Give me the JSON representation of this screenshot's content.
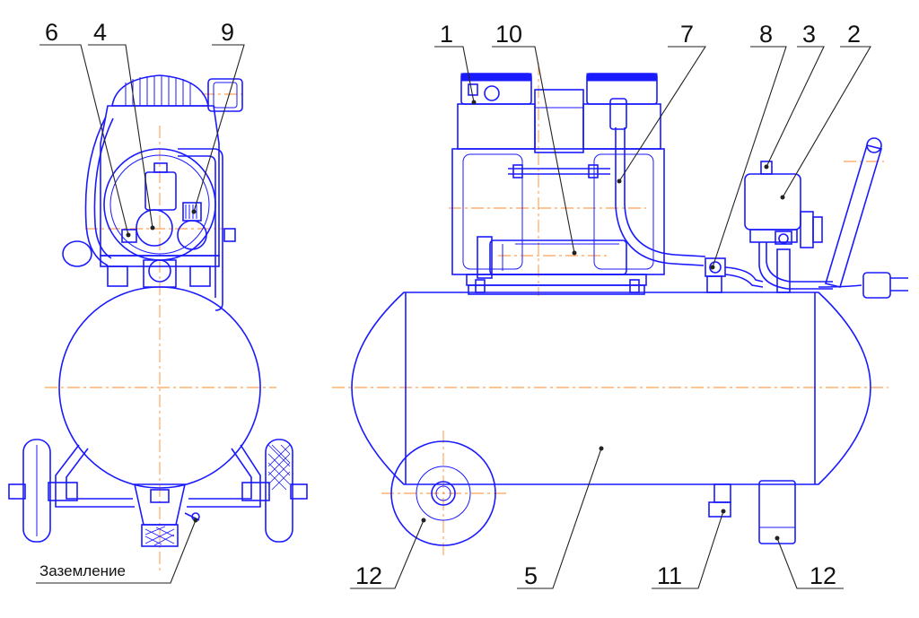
{
  "callouts": {
    "c1": "1",
    "c2": "2",
    "c3": "3",
    "c4": "4",
    "c5": "5",
    "c6": "6",
    "c7": "7",
    "c8": "8",
    "c9": "9",
    "c10": "10",
    "c11": "11",
    "c12a": "12",
    "c12b": "12"
  },
  "labels": {
    "ground": "Заземление"
  },
  "colors": {
    "outline": "#1a1aff",
    "centerline": "#ff8a2a",
    "leader": "#222222"
  }
}
